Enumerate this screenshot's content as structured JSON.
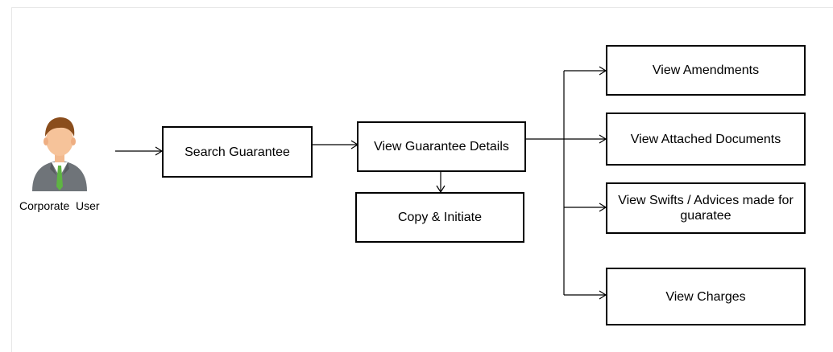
{
  "actor": {
    "label": "Corporate  User",
    "icon": "user-icon"
  },
  "nodes": {
    "search": "Search Guarantee",
    "view_details": "View Guarantee Details",
    "copy_initiate": "Copy & Initiate",
    "amendments": "View Amendments",
    "attached_documents": "View Attached Documents",
    "swifts_advices": "View Swifts / Advices made for guaratee",
    "charges": "View Charges"
  },
  "colors": {
    "line": "#000000",
    "box_border": "#000000",
    "frame": "#e6e6e6"
  }
}
